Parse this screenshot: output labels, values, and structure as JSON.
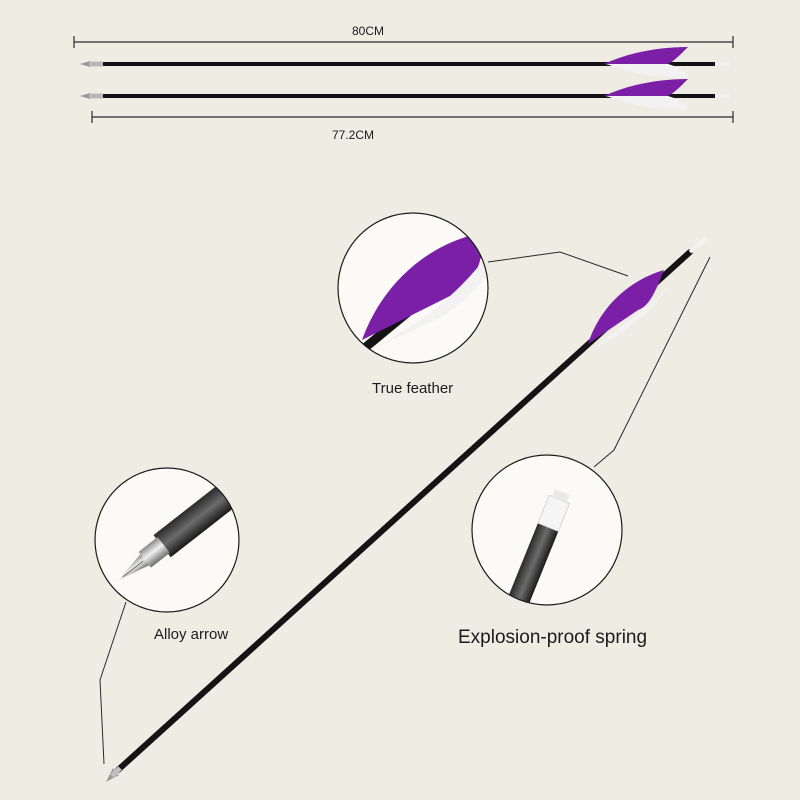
{
  "dimensions": {
    "total_length": "80CM",
    "shaft_length": "77.2CM"
  },
  "callouts": {
    "feather": {
      "label": "True feather"
    },
    "tip": {
      "label": "Alloy arrow"
    },
    "nock": {
      "label": "Explosion-proof spring"
    }
  },
  "colors": {
    "background": "#efece4",
    "shaft": "#141414",
    "vane_purple": "#7a1fa6",
    "vane_white": "#f2f2f2",
    "line": "#2a2a2a"
  }
}
